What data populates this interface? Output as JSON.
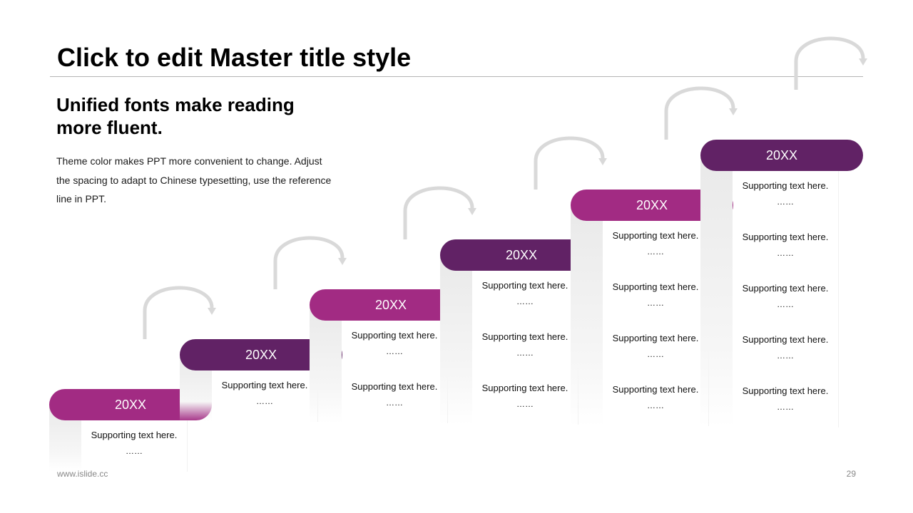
{
  "header": {
    "title": "Click to edit Master title style"
  },
  "intro": {
    "heading": "Unified fonts make reading more fluent.",
    "body": "Theme color makes PPT more convenient to change. Adjust the spacing to adapt to Chinese typesetting, use the reference line in PPT."
  },
  "colors": {
    "magenta": "#a22b83",
    "purple": "#612265",
    "arrow": "#d9d9d9"
  },
  "steps": [
    {
      "label": "20XX",
      "color": "magenta",
      "items": [
        {
          "text": "Supporting text here.",
          "dots": "……"
        }
      ]
    },
    {
      "label": "20XX",
      "color": "purple",
      "items": [
        {
          "text": "Supporting text here.",
          "dots": "……"
        }
      ]
    },
    {
      "label": "20XX",
      "color": "magenta",
      "items": [
        {
          "text": "Supporting text here.",
          "dots": "……"
        },
        {
          "text": "Supporting text here.",
          "dots": "……"
        }
      ]
    },
    {
      "label": "20XX",
      "color": "purple",
      "items": [
        {
          "text": "Supporting text here.",
          "dots": "……"
        },
        {
          "text": "Supporting text here.",
          "dots": "……"
        },
        {
          "text": "Supporting text here.",
          "dots": "……"
        }
      ]
    },
    {
      "label": "20XX",
      "color": "magenta",
      "items": [
        {
          "text": "Supporting text here.",
          "dots": "……"
        },
        {
          "text": "Supporting text here.",
          "dots": "……"
        },
        {
          "text": "Supporting text here.",
          "dots": "……"
        },
        {
          "text": "Supporting text here.",
          "dots": "……"
        }
      ]
    },
    {
      "label": "20XX",
      "color": "purple",
      "items": [
        {
          "text": "Supporting text here.",
          "dots": "……"
        },
        {
          "text": "Supporting text here.",
          "dots": "……"
        },
        {
          "text": "Supporting text here.",
          "dots": "……"
        },
        {
          "text": "Supporting text here.",
          "dots": "……"
        },
        {
          "text": "Supporting text here.",
          "dots": "……"
        }
      ]
    }
  ],
  "footer": {
    "url": "www.islide.cc",
    "page": "29"
  }
}
